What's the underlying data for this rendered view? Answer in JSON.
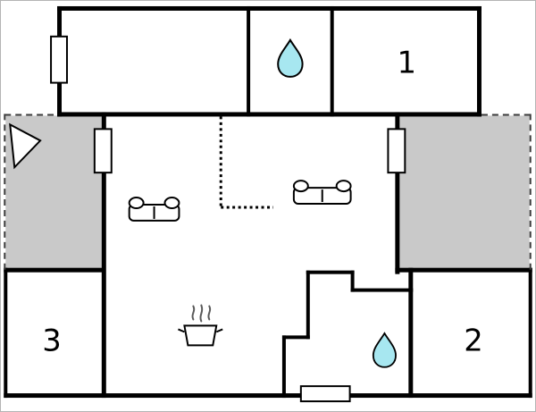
{
  "floorplan": {
    "type": "apartment-floor-plan",
    "rooms": [
      {
        "id": "room-1",
        "label": "1"
      },
      {
        "id": "room-2",
        "label": "2"
      },
      {
        "id": "room-3",
        "label": "3"
      }
    ],
    "icons": [
      {
        "name": "water-drop-icon-top",
        "meaning": "bathroom / water point upper"
      },
      {
        "name": "water-drop-icon-bottom",
        "meaning": "bathroom / water point lower"
      },
      {
        "name": "sofa-icon-left",
        "meaning": "sofa seen from above"
      },
      {
        "name": "sofa-icon-right",
        "meaning": "sofa seen from above"
      },
      {
        "name": "pot-icon",
        "meaning": "kitchen / cooking area"
      },
      {
        "name": "triangle-marker-icon",
        "meaning": "terrace marker"
      }
    ],
    "colors": {
      "wall": "#000000",
      "terrace_fill": "#c9c9c9",
      "water_drop": "#a7e7f0",
      "window_fill": "#ffffff",
      "steam": "#5a5a5a",
      "background": "#ffffff",
      "dashed_edge": "#3c3c3c"
    }
  }
}
